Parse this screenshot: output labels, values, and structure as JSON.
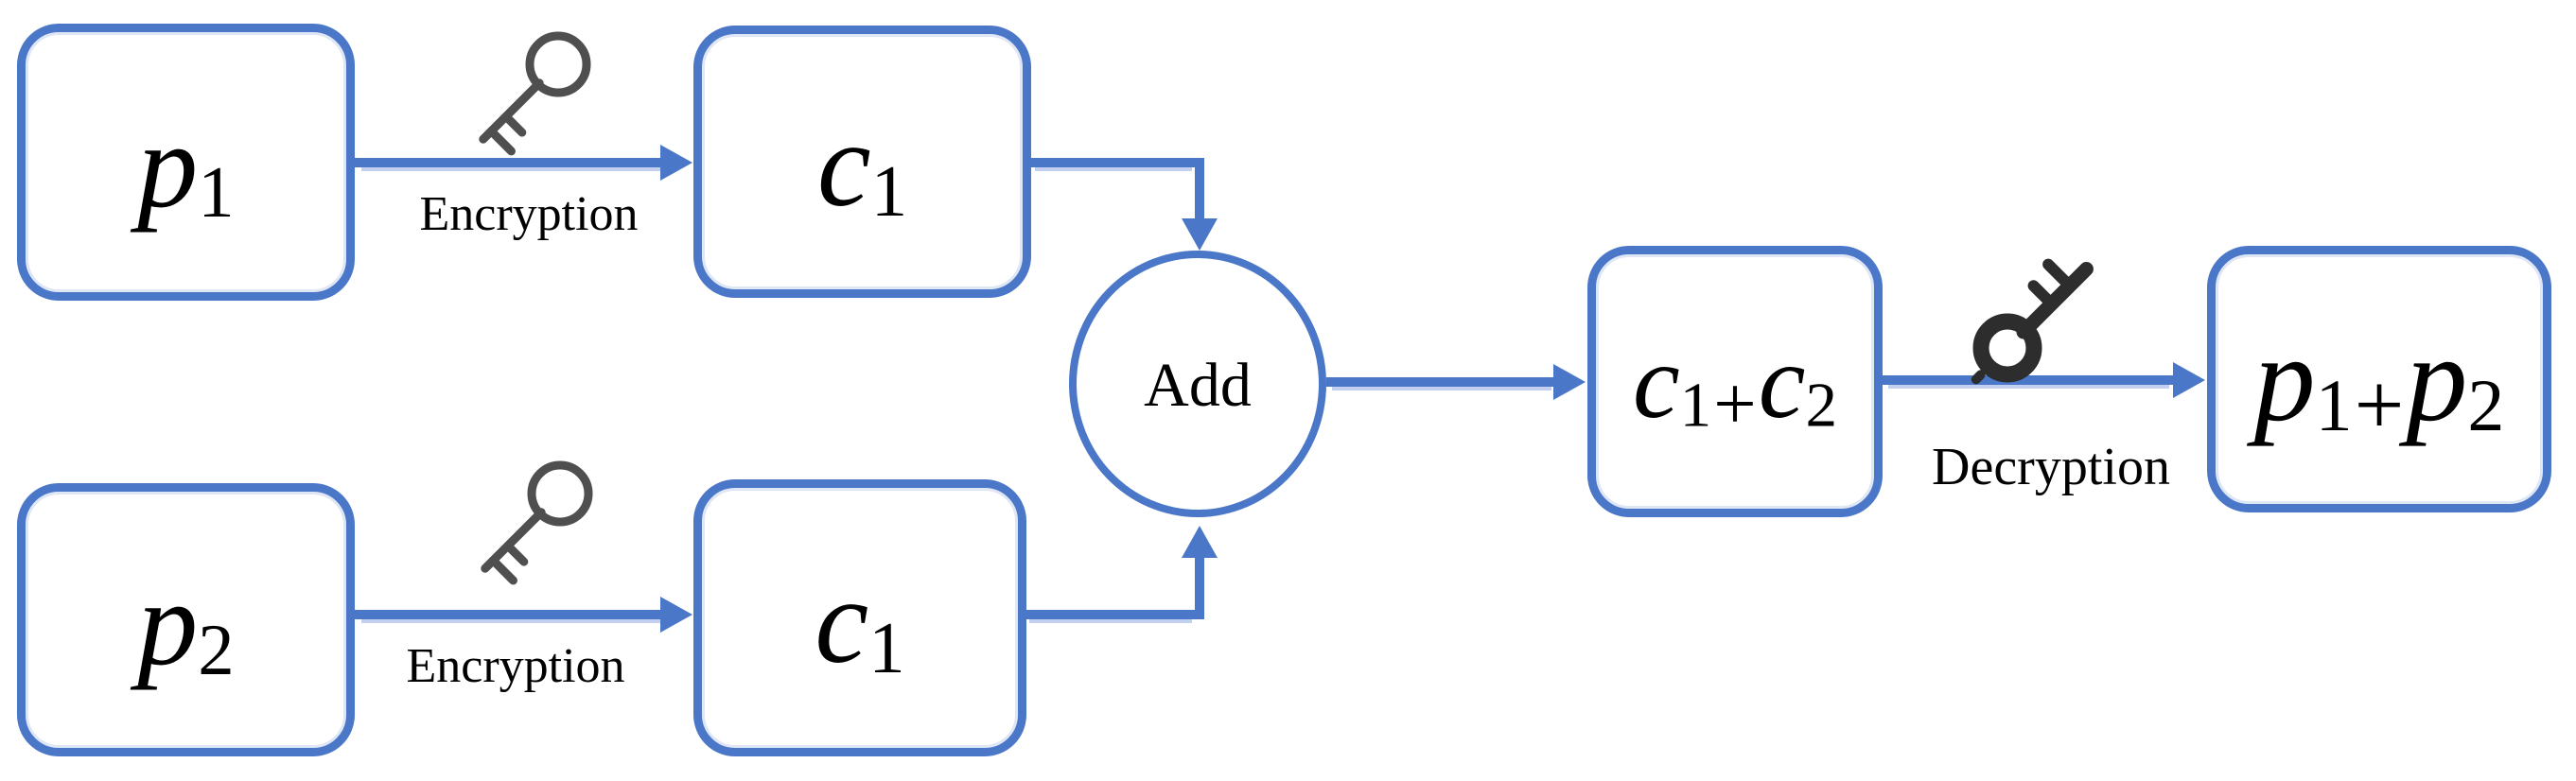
{
  "diagram": {
    "background": "#ffffff",
    "colors": {
      "line_blue": "#4a77c8",
      "line_blue_light": "#c2cfee",
      "text_black": "#000000",
      "encryption_key_gray": "#4f4f4f",
      "decryption_key_dark": "#2d2d2d"
    },
    "nodes": {
      "p1": {
        "letter": "p",
        "sub": "1"
      },
      "c1_top": {
        "letter": "c",
        "sub": "1"
      },
      "p2": {
        "letter": "p",
        "sub": "2"
      },
      "c1_bottom": {
        "letter": "c",
        "sub": "1"
      },
      "add": {
        "label": "Add"
      },
      "cipher_sum": {
        "left": "c",
        "left_sub": "1",
        "op": "+",
        "right": "c",
        "right_sub": "2"
      },
      "plain_sum": {
        "left": "p",
        "left_sub": "1",
        "op": "+",
        "right": "p",
        "right_sub": "2"
      }
    },
    "edge_labels": {
      "encryption_top": "Encryption",
      "encryption_bottom": "Encryption",
      "decryption": "Decryption"
    },
    "icons": {
      "encryption_key_top": "key-outline",
      "encryption_key_bottom": "key-outline",
      "decryption_key": "key-solid"
    }
  }
}
